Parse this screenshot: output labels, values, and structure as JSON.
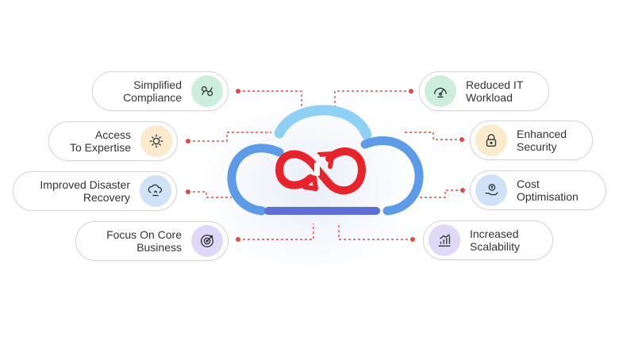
{
  "features": {
    "left": [
      {
        "label": "Simplified\nCompliance",
        "icon": "compliance-icon",
        "color": "#cdeedd"
      },
      {
        "label": "Access\nTo Expertise",
        "icon": "expertise-icon",
        "color": "#fbeacb"
      },
      {
        "label": "Improved Disaster\nRecovery",
        "icon": "disaster-recovery-icon",
        "color": "#cfe2f6"
      },
      {
        "label": "Focus On Core\nBusiness",
        "icon": "target-icon",
        "color": "#e0d8f7"
      }
    ],
    "right": [
      {
        "label": "Reduced IT\nWorkload",
        "icon": "gauge-icon",
        "color": "#cdeedd"
      },
      {
        "label": "Enhanced\nSecurity",
        "icon": "lock-icon",
        "color": "#fbeacb"
      },
      {
        "label": "Cost\nOptimisation",
        "icon": "cost-icon",
        "color": "#cfe2f6"
      },
      {
        "label": "Increased\nScalability",
        "icon": "chart-icon",
        "color": "#e0d8f7"
      }
    ]
  },
  "colors": {
    "cloud_light": "#8fd0f5",
    "cloud_mid": "#5b9be8",
    "cloud_base": "#5b6fd6",
    "logo_red": "#e8232a",
    "connector": "#e34848"
  }
}
